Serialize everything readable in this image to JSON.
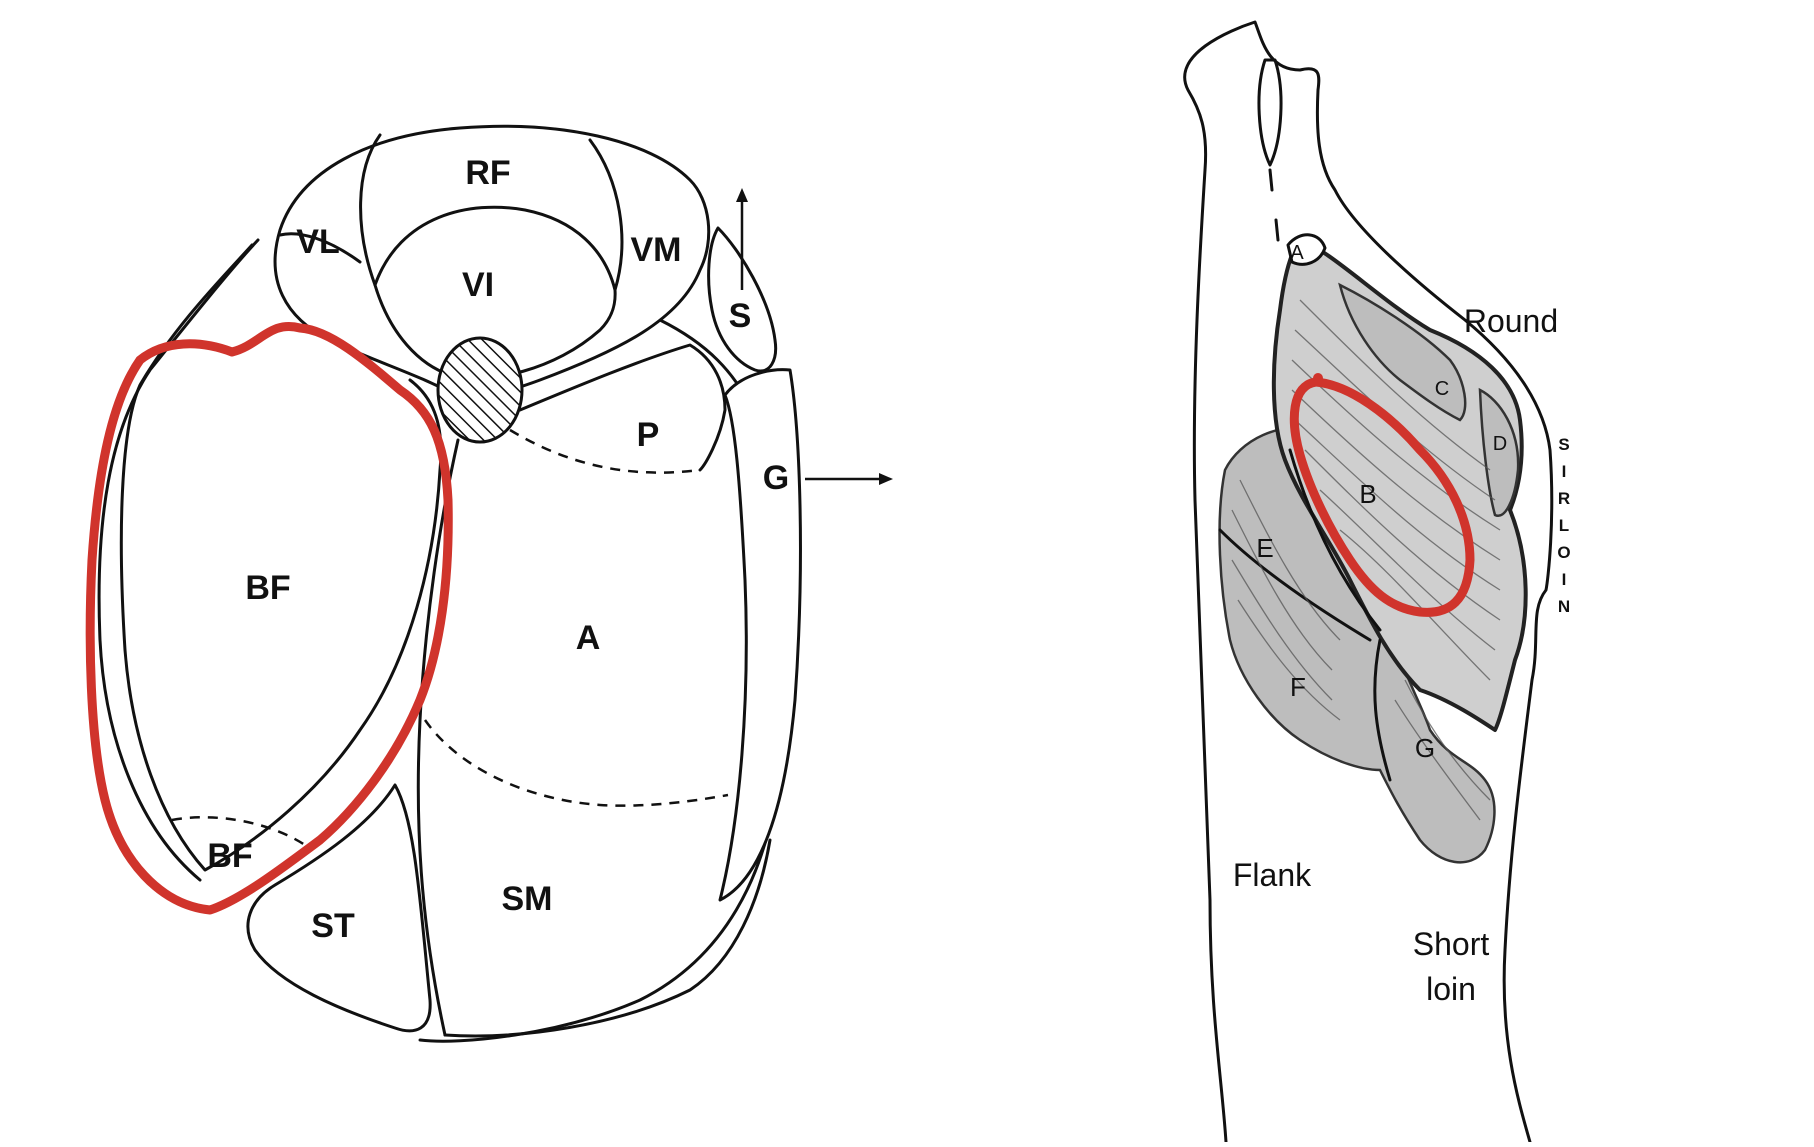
{
  "left_diagram": {
    "labels": {
      "RF": "RF",
      "VL": "VL",
      "VI": "VI",
      "VM": "VM",
      "S": "S",
      "P": "P",
      "G": "G",
      "BF": "BF",
      "BF_lower": "BF",
      "A": "A",
      "ST": "ST",
      "SM": "SM"
    }
  },
  "right_diagram": {
    "labels": {
      "A": "A",
      "B": "B",
      "C": "C",
      "D": "D",
      "E": "E",
      "F": "F",
      "G": "G",
      "round": "Round",
      "sirloin": [
        "S",
        "I",
        "R",
        "L",
        "O",
        "I",
        "N"
      ],
      "flank": "Flank",
      "short_loin_1": "Short",
      "short_loin_2": "loin"
    }
  },
  "colors": {
    "highlight": "#d0342c",
    "outline": "#111111"
  }
}
